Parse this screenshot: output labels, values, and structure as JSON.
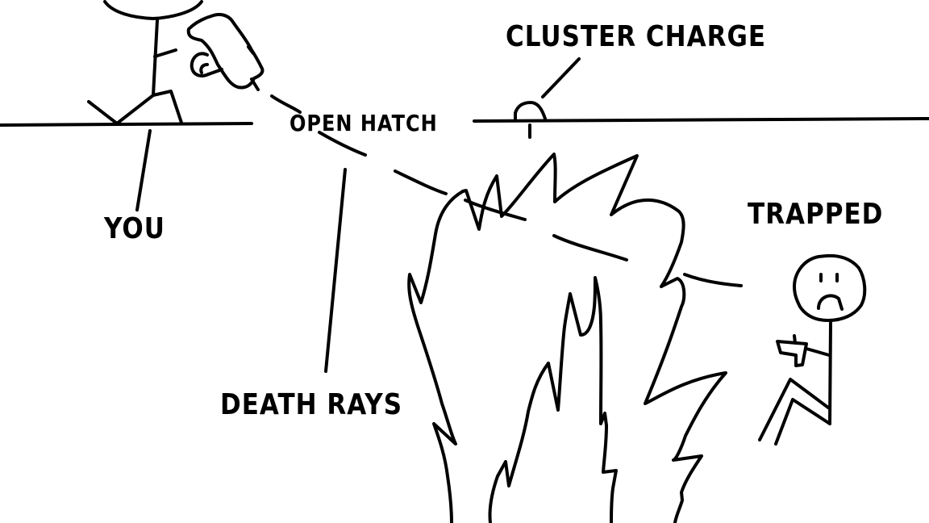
{
  "labels": {
    "cluster_charge": "CLUSTER CHARGE",
    "open_hatch": "OPEN HATCH",
    "you": "YOU",
    "trapped": "TRAPPED",
    "death_rays": "DEATH RAYS"
  },
  "colors": {
    "ink": "#000000",
    "background": "#ffffff"
  }
}
